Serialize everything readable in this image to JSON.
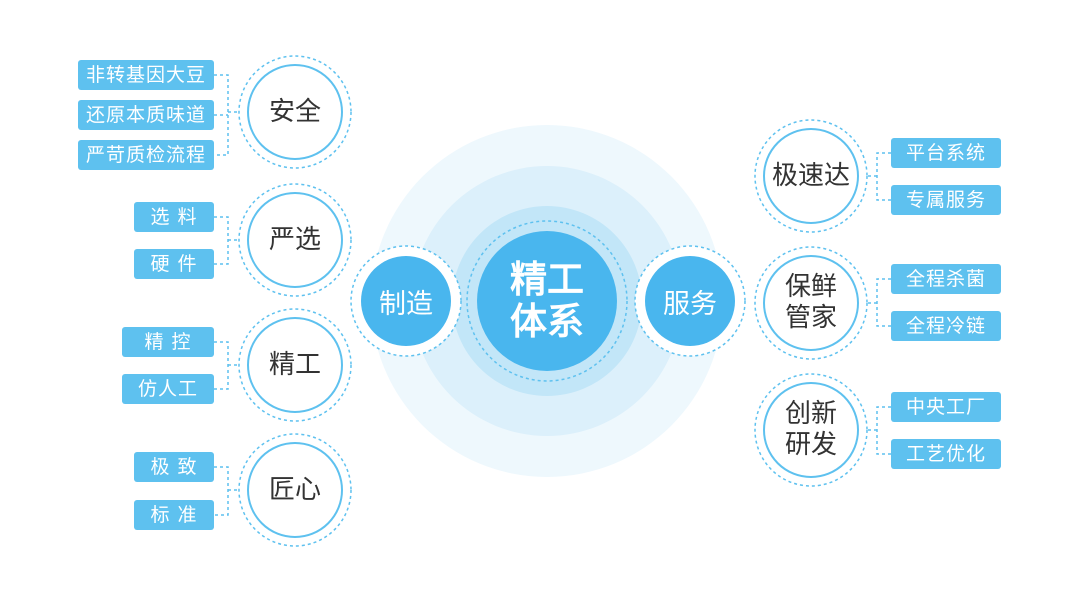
{
  "center": {
    "label": "精工体系"
  },
  "hubs": {
    "left": "制造",
    "right": "服务"
  },
  "left_groups": [
    {
      "title": "安全",
      "items": [
        "非转基因大豆",
        "还原本质味道",
        "严苛质检流程"
      ]
    },
    {
      "title": "严选",
      "items": [
        "选 料",
        "硬 件"
      ]
    },
    {
      "title": "精工",
      "items": [
        "精 控",
        "仿人工"
      ]
    },
    {
      "title": "匠心",
      "items": [
        "极 致",
        "标 准"
      ]
    }
  ],
  "right_groups": [
    {
      "title": "极速达",
      "items": [
        "平台系统",
        "专属服务"
      ]
    },
    {
      "title": "保鲜管家",
      "items": [
        "全程杀菌",
        "全程冷链"
      ]
    },
    {
      "title": "创新研发",
      "items": [
        "中央工厂",
        "工艺优化"
      ]
    }
  ],
  "colors": {
    "accent": "#5ec1ef",
    "hub": "#49b6ee",
    "halo": "#e8f5fc",
    "text": "#333333"
  }
}
